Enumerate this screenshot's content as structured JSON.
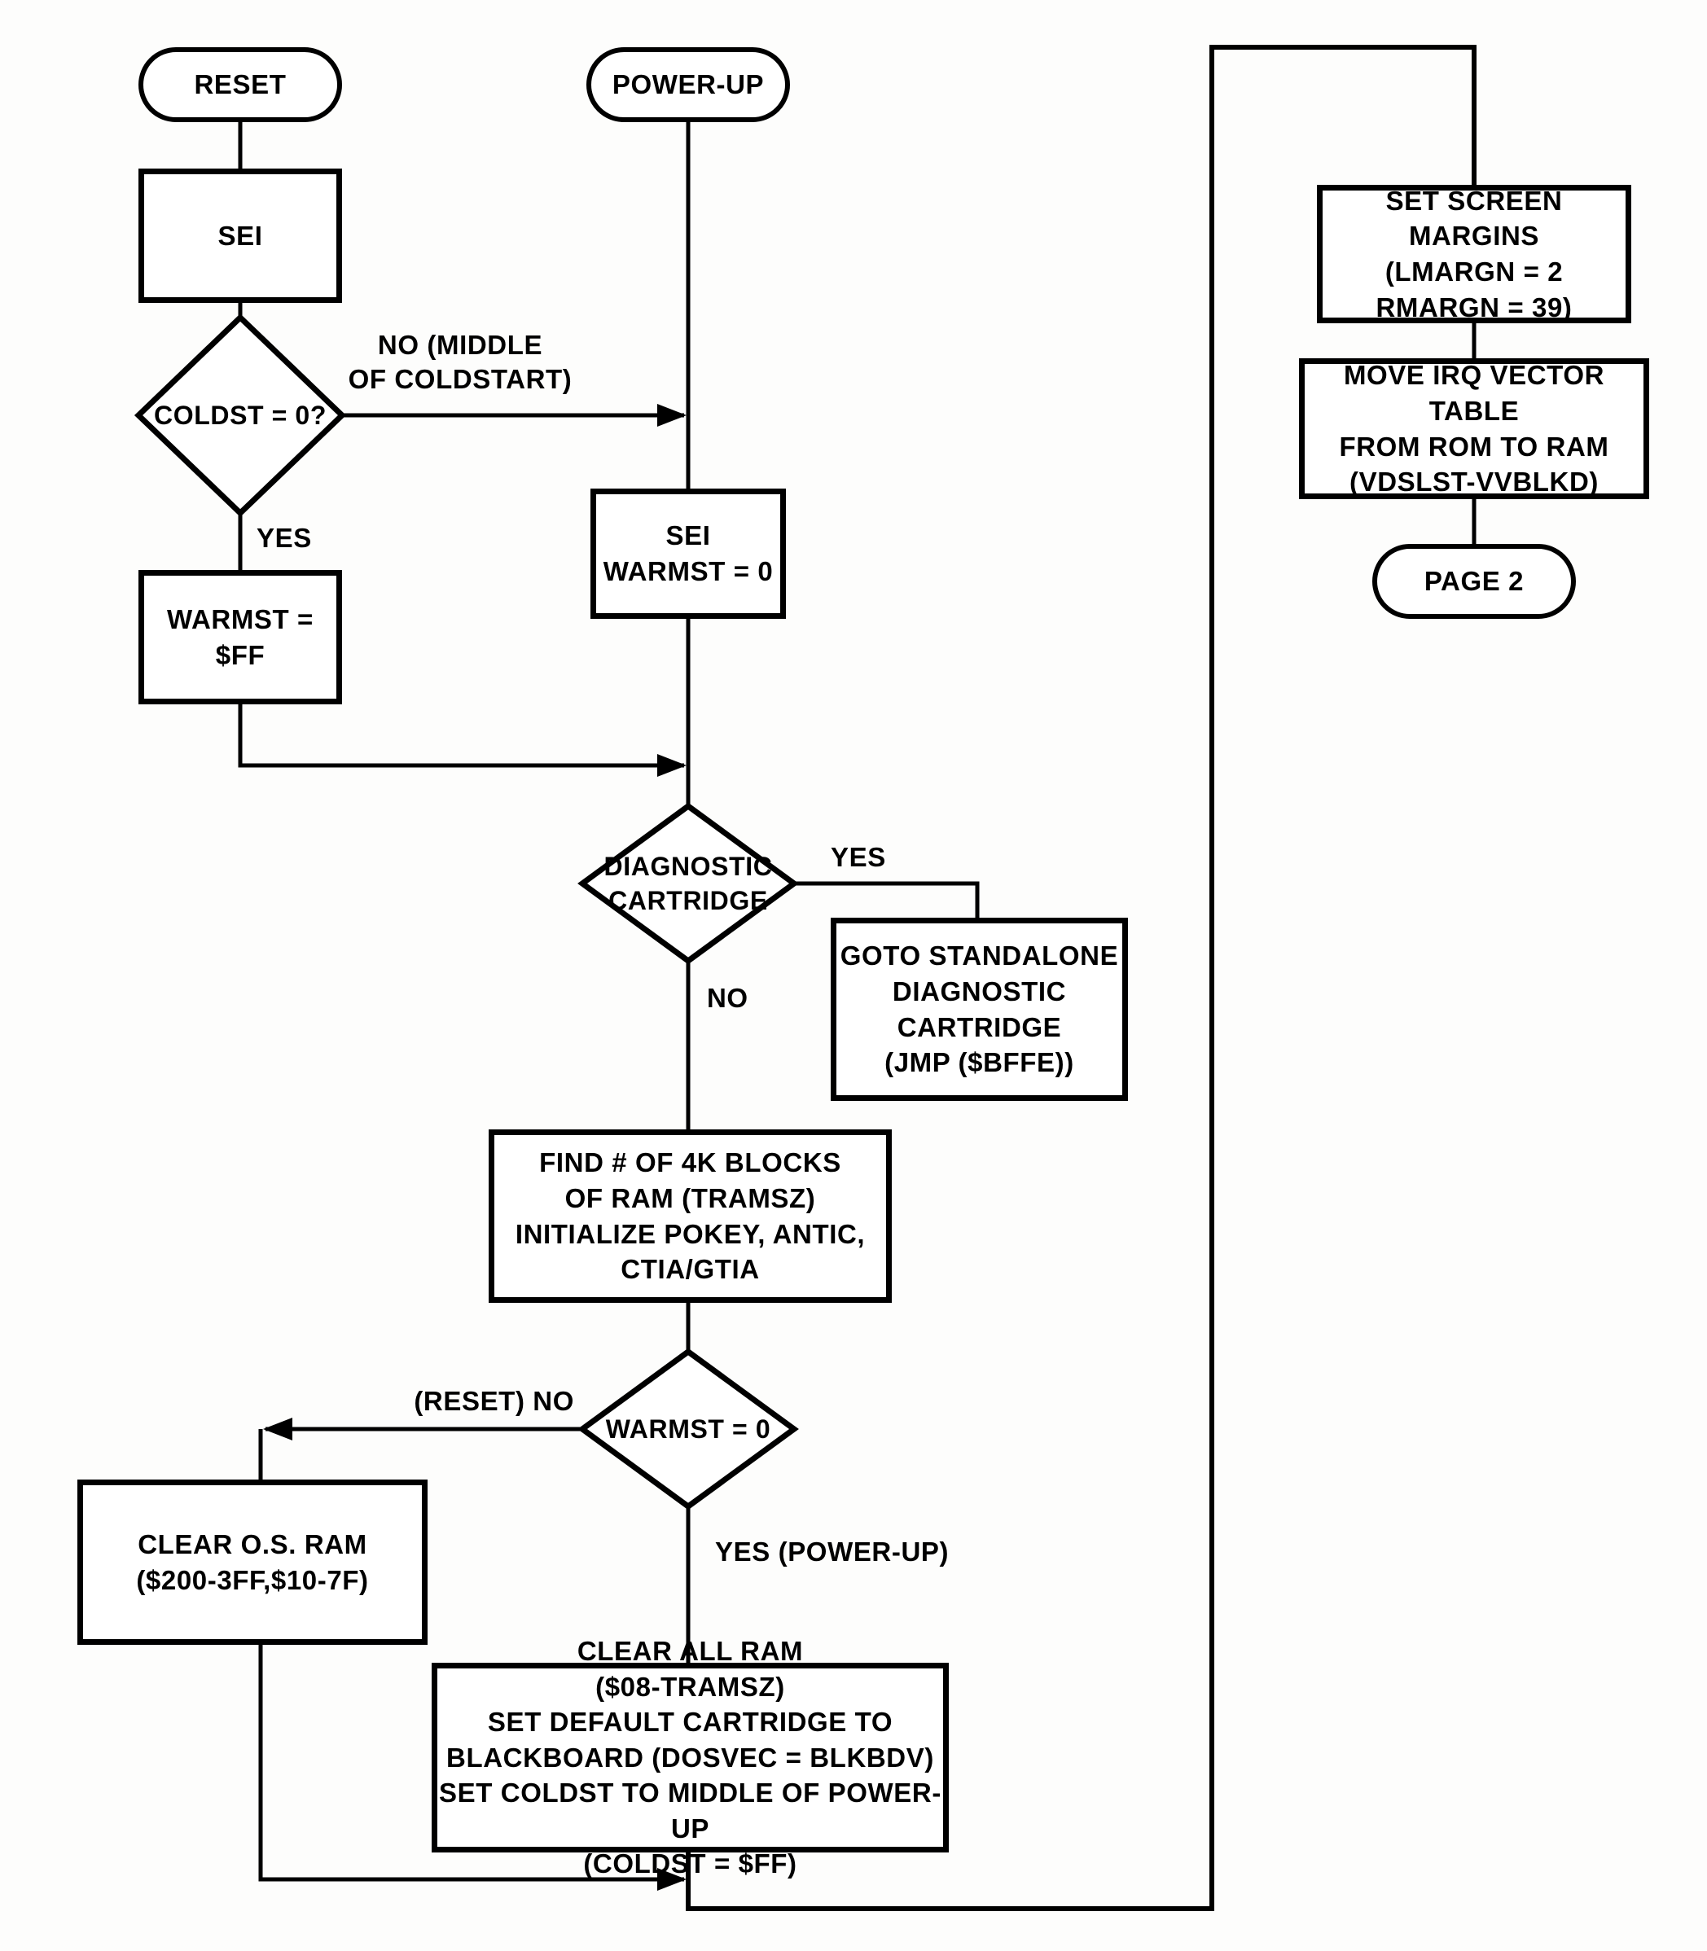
{
  "nodes": {
    "reset": {
      "label": "RESET"
    },
    "powerup": {
      "label": "POWER-UP"
    },
    "sei": {
      "label": "SEI"
    },
    "coldst": {
      "label": "COLDST = 0?"
    },
    "warmst_ff": {
      "label": "WARMST = $FF"
    },
    "sei_warmst0": {
      "label": "SEI\nWARMST = 0"
    },
    "diag_cart": {
      "label": "DIAGNOSTIC\nCARTRIDGE"
    },
    "goto_diag": {
      "label": "GOTO STANDALONE\nDIAGNOSTIC\nCARTRIDGE\n(JMP ($BFFE))"
    },
    "find_ram": {
      "label": "FIND # OF 4K BLOCKS\nOF RAM (TRAMSZ)\nINITIALIZE POKEY, ANTIC,\nCTIA/GTIA"
    },
    "warmst0": {
      "label": "WARMST = 0"
    },
    "clear_os": {
      "label": "CLEAR O.S. RAM\n($200-3FF,$10-7F)"
    },
    "clear_all": {
      "label": "CLEAR ALL RAM\n($08-TRAMSZ)\nSET DEFAULT CARTRIDGE TO\nBLACKBOARD (DOSVEC = BLKBDV)\nSET COLDST TO MIDDLE OF POWER-UP\n(COLDST = $FF)"
    },
    "set_margins": {
      "label": "SET SCREEN MARGINS\n(LMARGN = 2\nRMARGN = 39)"
    },
    "move_irq": {
      "label": "MOVE IRQ VECTOR TABLE\nFROM ROM TO RAM\n(VDSLST-VVBLKD)"
    },
    "page2": {
      "label": "PAGE 2"
    }
  },
  "edge_labels": {
    "no_middle_coldstart": "NO (MIDDLE\nOF COLDSTART)",
    "yes_coldst": "YES",
    "yes_diag": "YES",
    "no_diag": "NO",
    "reset_no": "(RESET) NO",
    "yes_powerup": "YES (POWER-UP)"
  },
  "colors": {
    "ink": "#000000",
    "paper": "#fdfdfc"
  }
}
